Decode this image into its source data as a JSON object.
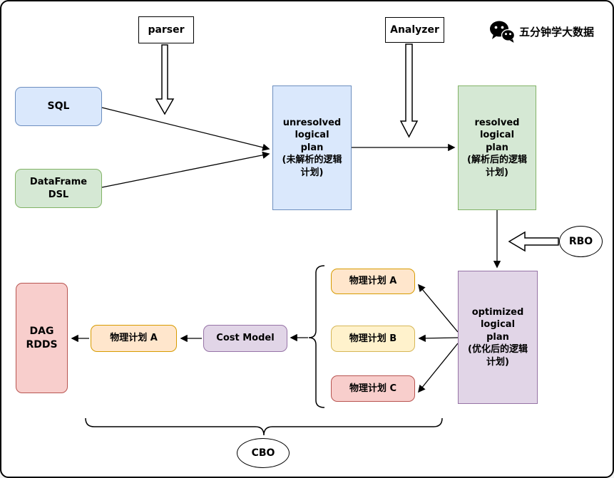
{
  "brand": {
    "label": "五分钟学大数据"
  },
  "colors": {
    "blue_fill": "#dae8fc",
    "blue_stroke": "#6c8ebf",
    "green_fill": "#d5e8d4",
    "green_stroke": "#82b366",
    "purple_fill": "#e1d5e7",
    "purple_stroke": "#9673a6",
    "orange_fill": "#ffe6cc",
    "orange_stroke": "#d79b00",
    "yellow_fill": "#fff2cc",
    "yellow_stroke": "#d6b656",
    "red_fill": "#f8cecc",
    "red_stroke": "#b85450"
  },
  "nodes": {
    "parser": "parser",
    "analyzer": "Analyzer",
    "sql": "SQL",
    "dataframe_dsl": "DataFrame\nDSL",
    "unresolved_plan": "unresolved\nlogical\nplan\n(未解析的逻辑\n计划)",
    "resolved_plan": "resolved\nlogical\nplan\n(解析后的逻辑\n计划)",
    "optimized_plan": "optimized\nlogical\nplan\n(优化后的逻辑\n计划)",
    "rbo": "RBO",
    "cbo": "CBO",
    "physical_plan_a": "物理计划 A",
    "physical_plan_b": "物理计划 B",
    "physical_plan_c": "物理计划 C",
    "selected_physical_plan": "物理计划 A",
    "cost_model": "Cost Model",
    "dag_rdds": "DAG\nRDDS"
  }
}
